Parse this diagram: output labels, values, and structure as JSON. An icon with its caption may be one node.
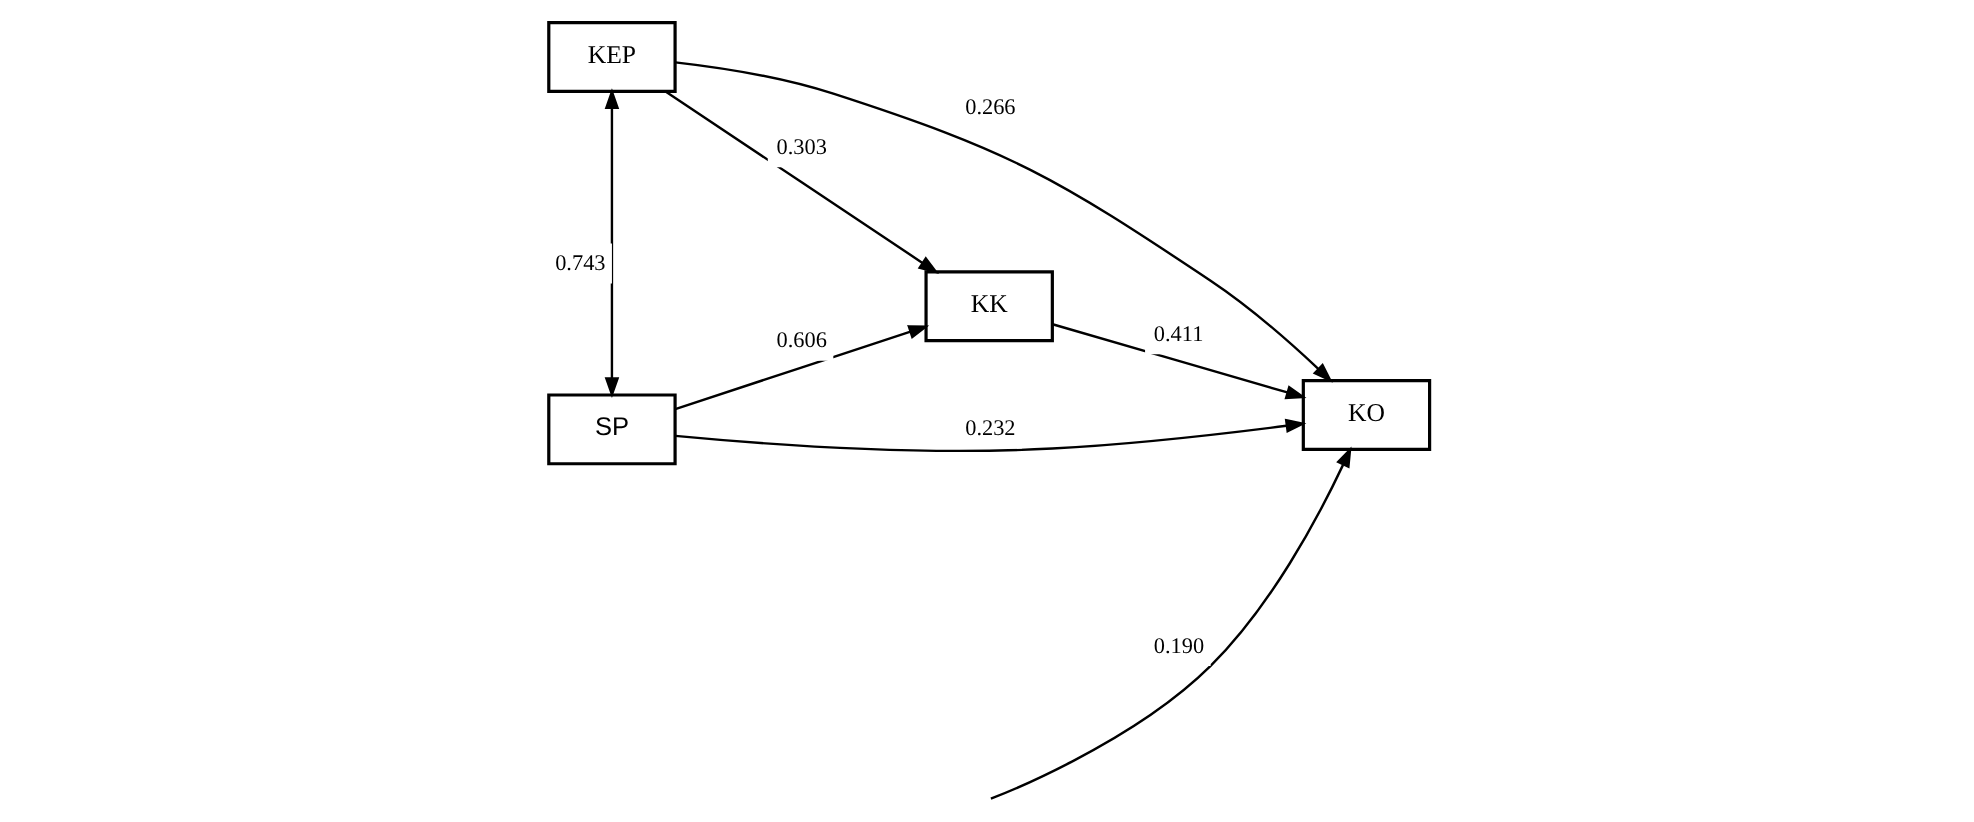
{
  "diagram": {
    "nodes": [
      {
        "text": [
          "KEP"
        ]
      },
      {
        "text": [
          "SP"
        ]
      },
      {
        "text": [
          "KK"
        ]
      },
      {
        "text": [
          "KO"
        ]
      }
    ],
    "edges": [
      {
        "from": 0,
        "to": 1,
        "arrow": "both",
        "label": "0.743"
      },
      {
        "from": 0,
        "to": 3,
        "arrow": "to",
        "label": "0.266"
      },
      {
        "from": 0,
        "to": 2,
        "arrow": "to",
        "label": "0.303"
      },
      {
        "from": 1,
        "to": 2,
        "arrow": "to",
        "label": "0.606"
      },
      {
        "from": 2,
        "to": 3,
        "arrow": "to",
        "label": "0.411"
      },
      {
        "from": 1,
        "to": 3,
        "arrow": "to",
        "label": "0.232"
      },
      {
        "from": null,
        "to": 3,
        "arrow": "to",
        "label": "0.190"
      }
    ]
  }
}
